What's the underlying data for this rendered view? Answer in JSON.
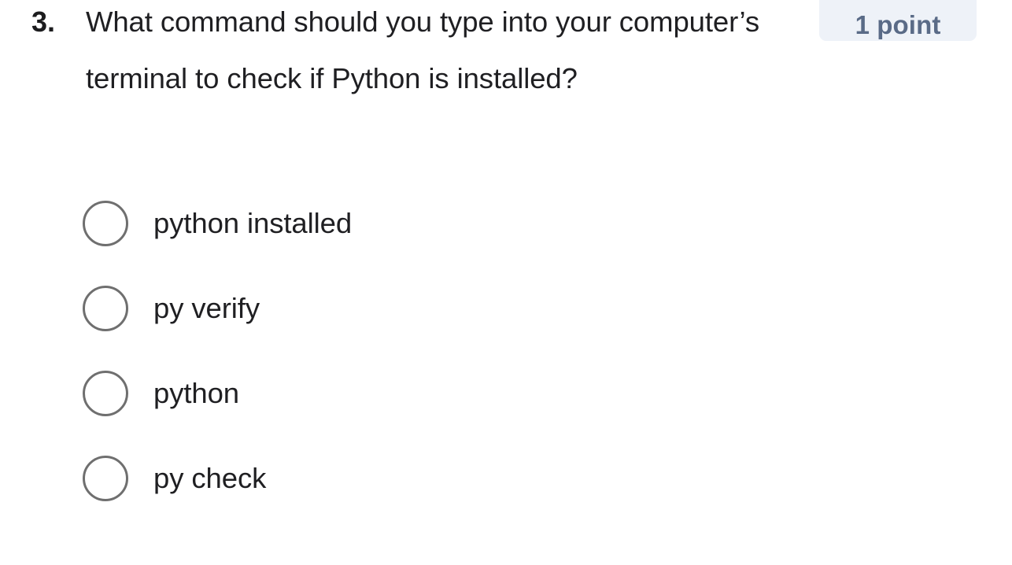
{
  "question": {
    "number": "3.",
    "text": "What command should you type into your computer’s terminal to check if Python is installed?",
    "points_badge": "1 point",
    "badge_bg": "#eef2f8",
    "badge_text_color": "#5a6b87",
    "text_color": "#1f1f22"
  },
  "options": [
    {
      "label": "python installed",
      "selected": false,
      "icon": "radio-unchecked-icon"
    },
    {
      "label": "py verify",
      "selected": false,
      "icon": "radio-unchecked-icon"
    },
    {
      "label": "python",
      "selected": false,
      "icon": "radio-unchecked-icon"
    },
    {
      "label": "py check",
      "selected": false,
      "icon": "radio-unchecked-icon"
    }
  ]
}
